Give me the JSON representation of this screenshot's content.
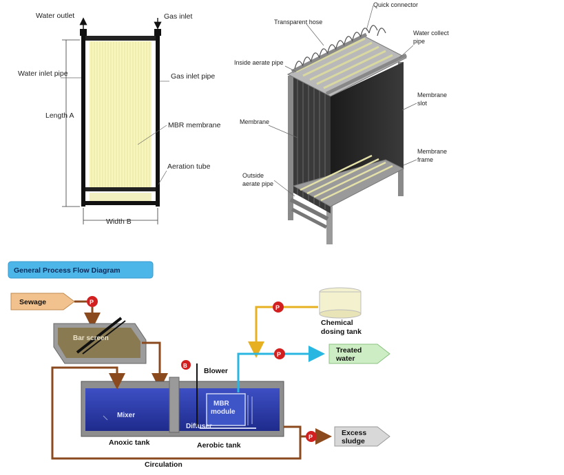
{
  "module_diagram": {
    "water_outlet": "Water outlet",
    "gas_inlet": "Gas inlet",
    "water_inlet_pipe": "Water inlet pipe",
    "gas_inlet_pipe": "Gas inlet pipe",
    "length": "Length A",
    "mbr_membrane": "MBR membrane",
    "aeration_tube": "Aeration tube",
    "width": "Width B"
  },
  "rack_diagram": {
    "quick_connector": "Quick connector",
    "transparent_hose": "Transparent hose",
    "water_collect_pipe_1": "Water collect",
    "water_collect_pipe_2": "pipe",
    "inside_aerate_pipe": "Inside aerate pipe",
    "membrane_slot_1": "Membrane",
    "membrane_slot_2": "slot",
    "membrane": "Membrane",
    "membrane_frame_1": "Membrane",
    "membrane_frame_2": "frame",
    "outside_aerate_pipe_1": "Outside",
    "outside_aerate_pipe_2": "aerate pipe"
  },
  "process_flow": {
    "title": "General Process Flow Diagram",
    "sewage": "Sewage",
    "pump_label": "P",
    "blower_label": "B",
    "bar_screen": "Bar screen",
    "blower": "Blower",
    "chemical_dosing_tank_1": "Chemical",
    "chemical_dosing_tank_2": "dosing tank",
    "treated_water_1": "Treated",
    "treated_water_2": "water",
    "mbr_module_1": "MBR",
    "mbr_module_2": "module",
    "mixer": "Mixer",
    "diffuser": "Diffuser",
    "anoxic_tank": "Anoxic tank",
    "aerobic_tank": "Aerobic tank",
    "excess_sludge_1": "Excess",
    "excess_sludge_2": "sludge",
    "circulation": "Circulation"
  },
  "colors": {
    "title_box": "#4db6e8",
    "sewage_arrow": "#f2c28e",
    "pump": "#d22020",
    "water_blue": "#2a3aa8",
    "circulation_pipe": "#8a4a1e",
    "chemical_pipe": "#e7b020",
    "treated_pipe": "#29b6e0",
    "treated_arrow": "#cdeec4",
    "sludge_arrow": "#d8d8d8",
    "membrane_yellow": "#f6f4b2"
  }
}
